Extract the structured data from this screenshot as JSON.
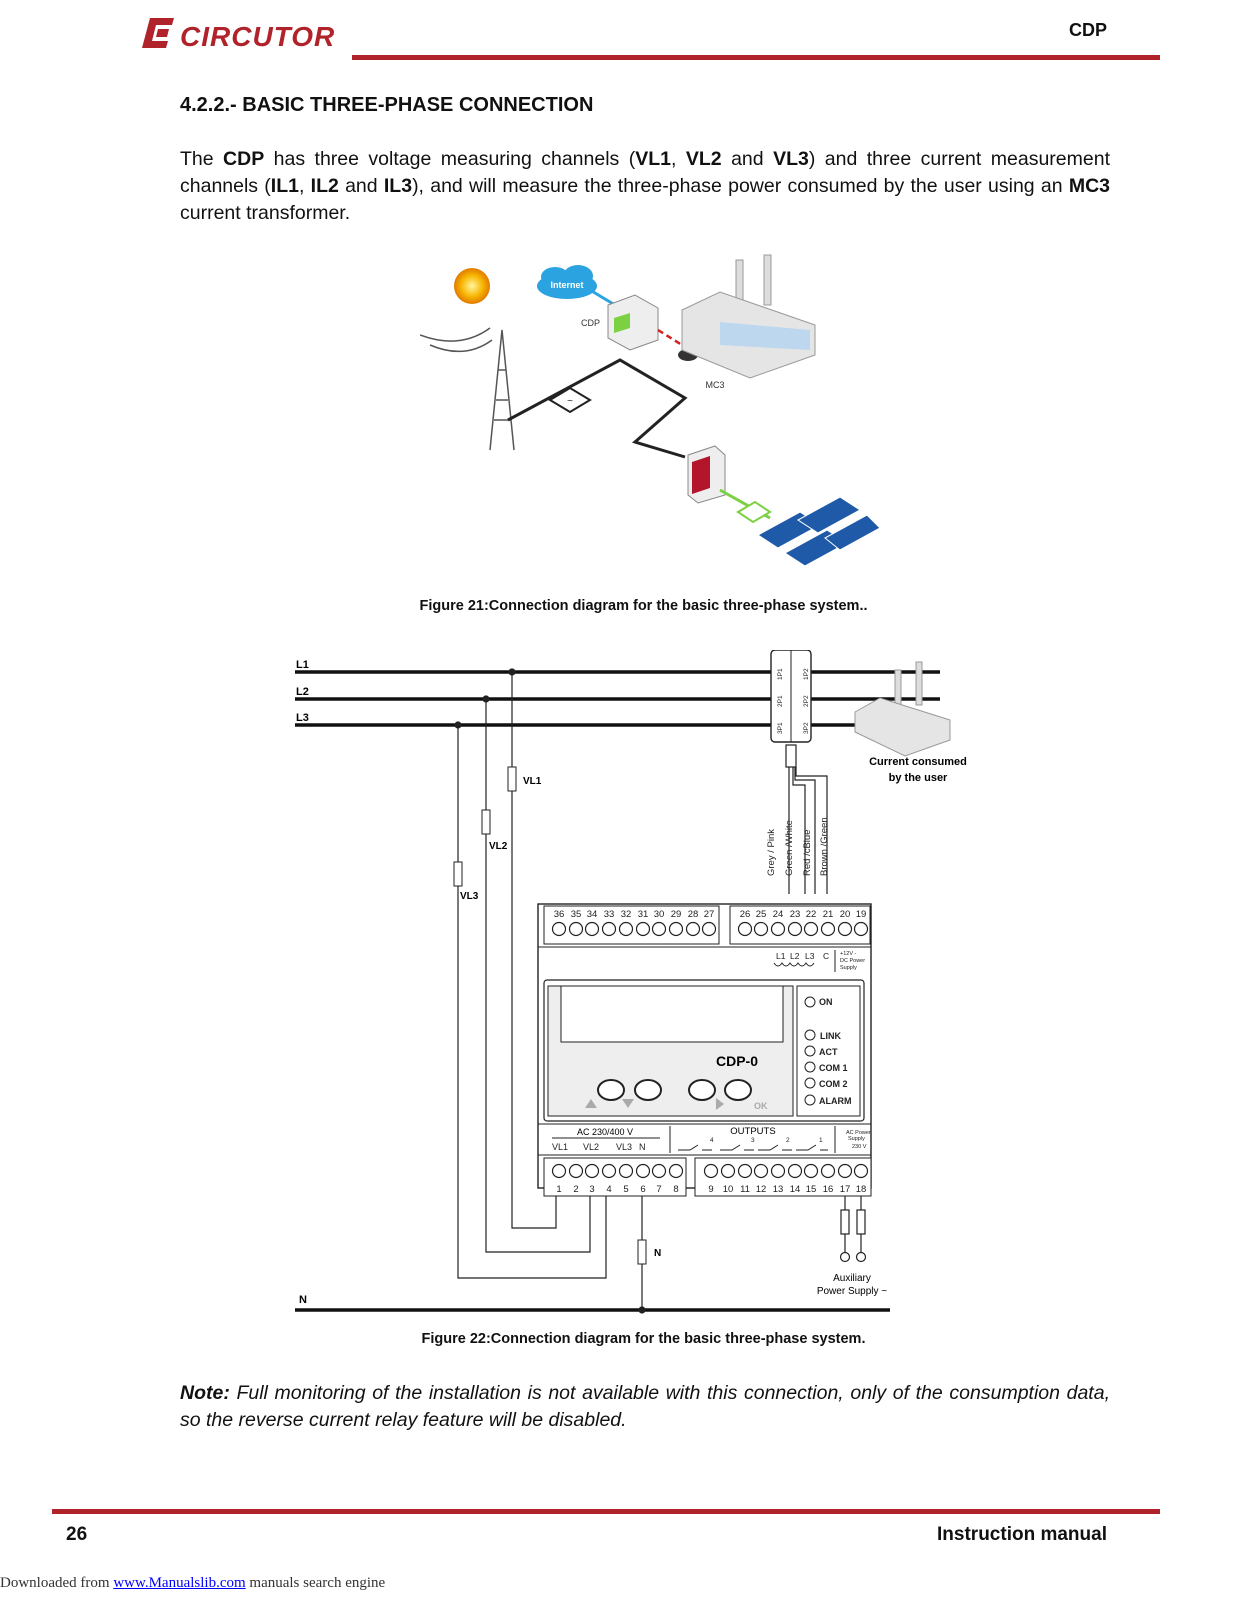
{
  "header": {
    "logo_text": "CIRCUTOR",
    "doc_code": "CDP",
    "accent_color": "#b0232a"
  },
  "section": {
    "title": "4.2.2.- BASIC THREE-PHASE CONNECTION"
  },
  "intro": {
    "t1": "The ",
    "b1": "CDP",
    "t2": " has three voltage measuring channels (",
    "b2": "VL1",
    "t3": ", ",
    "b3": "VL2",
    "t4": " and ",
    "b4": "VL3",
    "t5": ") and three current meas­urement channels (",
    "b5": "IL1",
    "t6": ", ",
    "b6": "IL2",
    "t7": " and ",
    "b7": "IL3",
    "t8": "), and will measure the three-phase power consumed by the user using an ",
    "b8": "MC3",
    "t9": " current transformer."
  },
  "figure21": {
    "labels": {
      "internet": "Internet",
      "cdp": "CDP",
      "mc3": "MC3"
    },
    "caption": "Figure 21:Connection diagram for the basic three-phase system.."
  },
  "figure22": {
    "lines": [
      "L1",
      "L2",
      "L3"
    ],
    "neutral": "N",
    "fuse_labels": [
      "VL1",
      "VL2",
      "VL3"
    ],
    "fuse_neutral": "N",
    "ct_pins": [
      "1P1",
      "1P2",
      "2P1",
      "2P2",
      "3P1",
      "3P2"
    ],
    "wire_labels": [
      "Grey / Pink",
      "Green /White",
      "Red /cBlue",
      "Brown /Green"
    ],
    "current_label_line1": "Current consumed",
    "current_label_line2": "by the user",
    "terminals_top_left": [
      "36",
      "35",
      "34",
      "33",
      "32",
      "31",
      "30",
      "29",
      "28",
      "27"
    ],
    "terminals_top_right": [
      "26",
      "25",
      "24",
      "23",
      "22",
      "21",
      "20",
      "19"
    ],
    "terminals_bottom_left": [
      "1",
      "2",
      "3",
      "4",
      "5",
      "6",
      "7",
      "8"
    ],
    "terminals_bottom_right": [
      "9",
      "10",
      "11",
      "12",
      "13",
      "14",
      "15",
      "16",
      "17",
      "18"
    ],
    "ct_inputs": [
      "L1",
      "L2",
      "L3",
      "C"
    ],
    "dc_supply": [
      "+12V -",
      "DC Power",
      "Supply"
    ],
    "device_name": "CDP-0",
    "leds": [
      "ON",
      "LINK",
      "ACT",
      "COM 1",
      "COM 2",
      "ALARM"
    ],
    "ok_label": "OK",
    "ac_label": "AC 230/400 V",
    "voltage_inputs": [
      "VL1",
      "VL2",
      "VL3",
      "N"
    ],
    "outputs_label": "OUTPUTS",
    "outputs": [
      "4",
      "3",
      "2",
      "1"
    ],
    "ac_supply": [
      "AC Power",
      "Supply",
      "230 V"
    ],
    "aux_line1": "Auxiliary",
    "aux_line2": "Power Supply  ~",
    "caption": "Figure 22:Connection diagram for the basic three-phase system."
  },
  "note": {
    "label": "Note:",
    "text": " Full monitoring of the installation is not available with this connection, only of the con­sumption data, so the reverse current relay feature will be disabled."
  },
  "footer": {
    "page_number": "26",
    "manual_label": "Instruction manual",
    "download_prefix": "Downloaded from ",
    "download_link": "www.Manualslib.com",
    "download_suffix": " manuals search engine"
  }
}
